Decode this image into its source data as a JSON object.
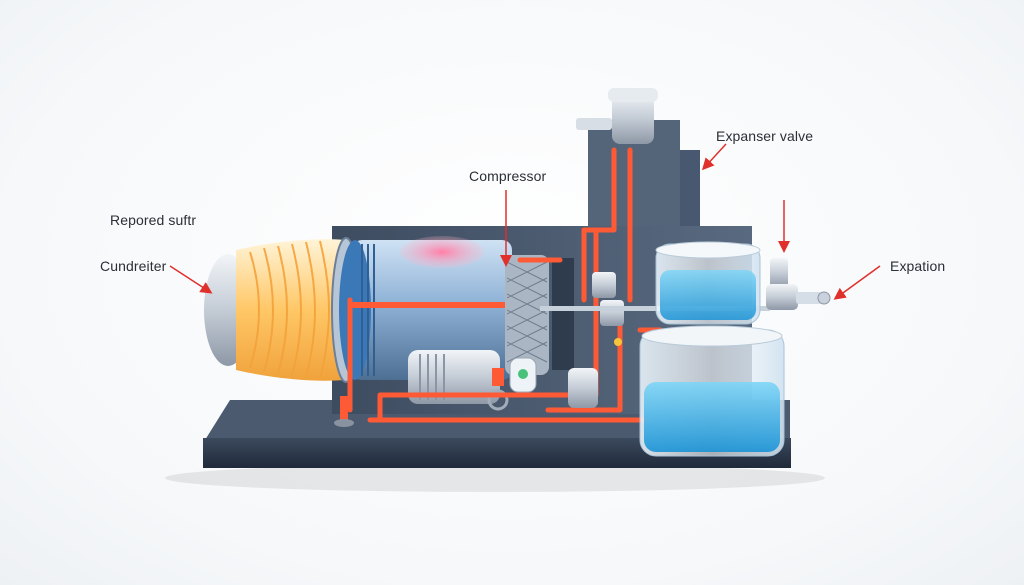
{
  "labels": {
    "compressor": "Compressor",
    "expansion_valve": "Expanser valve",
    "reported_surface": "Repored suftr",
    "condenser": "Cundreiter",
    "expansion": "Expation"
  },
  "colors": {
    "refrigerant_line": "#ff5a36",
    "arrow": "#e0302c",
    "liquid": "#2ab0e6",
    "base": "#2b3a4e",
    "backplate": "#4a5a6e"
  }
}
